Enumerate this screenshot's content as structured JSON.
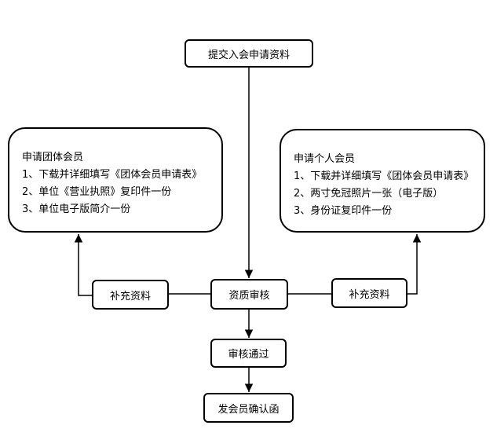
{
  "nodes": {
    "submit": "提交入会申请资料",
    "group": {
      "title": "申请团体会员",
      "items": [
        "1、下载并详细填写《团体会员申请表》",
        "2、单位《营业执照》复印件一份",
        "3、单位电子版简介一份"
      ]
    },
    "individual": {
      "title": "申请个人会员",
      "items": [
        "1、下载并详细填写《团体会员申请表》",
        "2、两寸免冠照片一张（电子版）",
        "3、身份证复印件一份"
      ]
    },
    "supplement_left": "补充资料",
    "review": "资质审核",
    "supplement_right": "补充资料",
    "approved": "审核通过",
    "letter": "发会员确认函"
  }
}
